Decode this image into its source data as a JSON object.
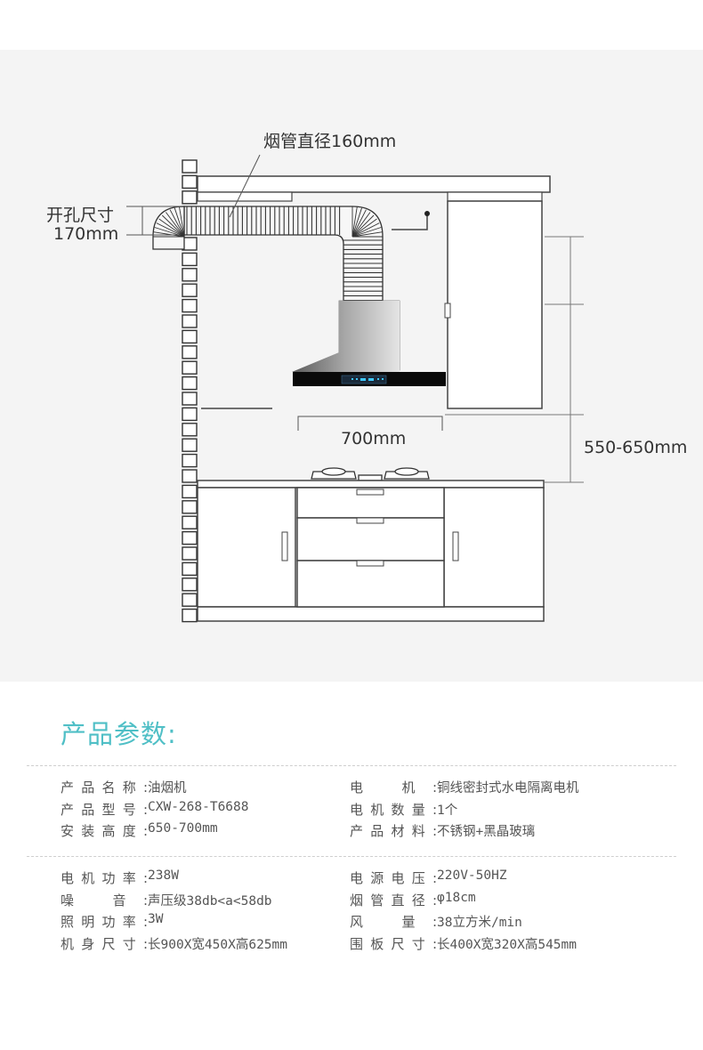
{
  "diagram": {
    "labels": {
      "duct_diameter": "烟管直径160mm",
      "hole_size_line1": "开孔尺寸",
      "hole_size_line2": "170mm",
      "hood_width": "700mm",
      "install_height": "550-650mm"
    }
  },
  "specs": {
    "title": "产品参数:",
    "groups": [
      {
        "left": [
          {
            "label": "产品名称:",
            "value": "油烟机"
          },
          {
            "label": "产品型号:",
            "value": "CXW-268-T6688"
          },
          {
            "label": "安装高度:",
            "value": "650-700mm"
          }
        ],
        "right": [
          {
            "label": "电 机:",
            "value": "铜线密封式水电隔离电机"
          },
          {
            "label": "电机数量:",
            "value": "1个"
          },
          {
            "label": "产品材料:",
            "value": "不锈钢+黑晶玻璃"
          }
        ]
      },
      {
        "left": [
          {
            "label": "电机功率:",
            "value": "238W"
          },
          {
            "label": "噪 音:",
            "value": "声压级38db<a<58db"
          },
          {
            "label": "照明功率:",
            "value": "3W"
          },
          {
            "label": "机身尺寸:",
            "value": "长900X宽450X高625mm"
          }
        ],
        "right": [
          {
            "label": "电源电压:",
            "value": "220V-50HZ"
          },
          {
            "label": "烟管直径:",
            "value": "φ18cm"
          },
          {
            "label": "风 量:",
            "value": "38立方米/min"
          },
          {
            "label": "围板尺寸:",
            "value": "长400X宽320X高545mm"
          }
        ]
      }
    ]
  }
}
